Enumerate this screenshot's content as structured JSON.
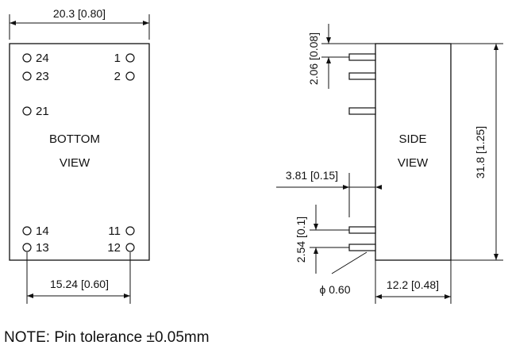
{
  "bottom_view": {
    "width_label": "20.3 [0.80]",
    "pitch_label": "15.24 [0.60]",
    "title_line1": "BOTTOM",
    "title_line2": "VIEW",
    "pins": {
      "p24": "24",
      "p23": "23",
      "p21": "21",
      "p14": "14",
      "p13": "13",
      "p1": "1",
      "p2": "2",
      "p11": "11",
      "p12": "12"
    }
  },
  "side_view": {
    "title_line1": "SIDE",
    "title_line2": "VIEW",
    "pin_offset_label": "2.06 [0.08]",
    "pin_length_label": "3.81 [0.15]",
    "pin_pitch_label": "2.54 [0.1]",
    "pin_diameter_label": "ϕ 0.60",
    "height_label": "31.8 [1.25]",
    "depth_label": "12.2 [0.48]"
  },
  "note": "NOTE: Pin tolerance ±0.05mm"
}
